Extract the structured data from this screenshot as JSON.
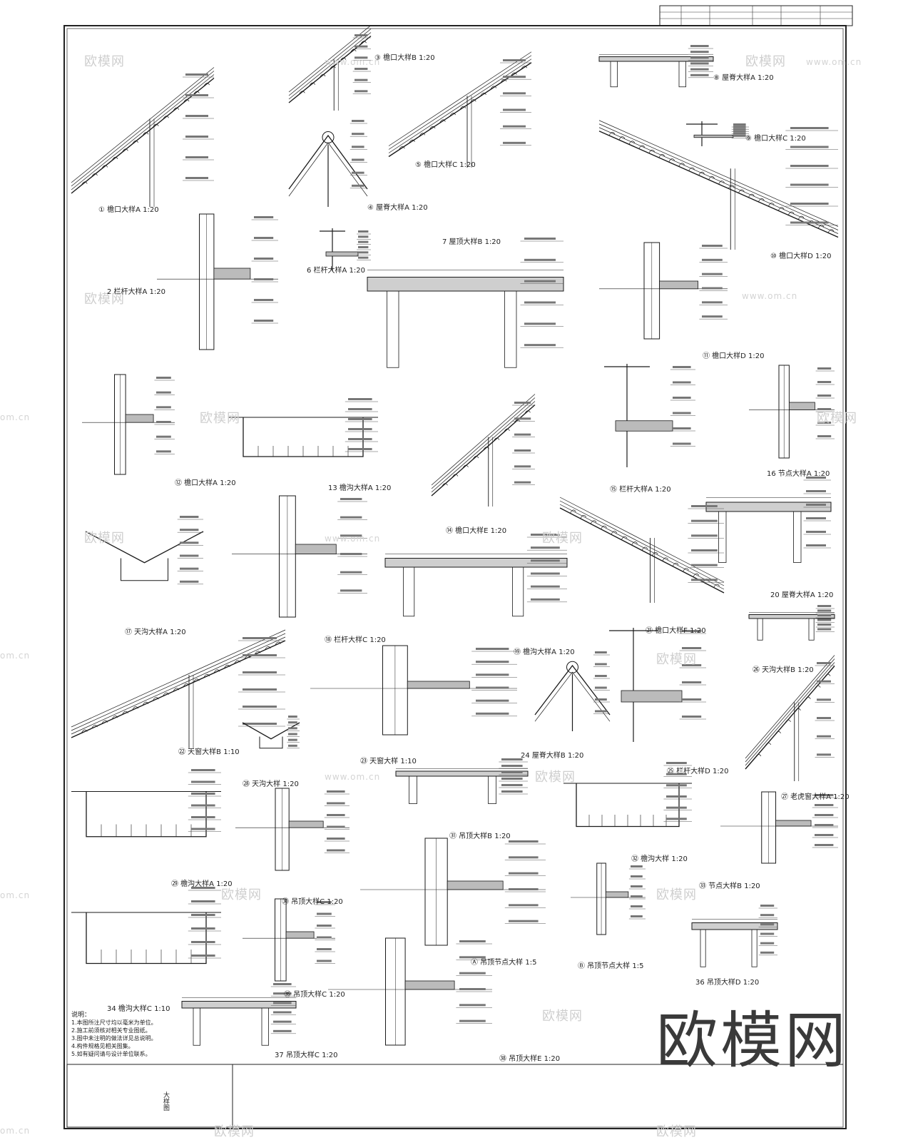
{
  "watermark": {
    "brand": "欧模网",
    "site": "www.om.cn",
    "site_short": "om.cn"
  },
  "details": [
    {
      "id": "d1",
      "caption": "① 檐口大样A 1:20"
    },
    {
      "id": "d2",
      "caption": "2 栏杆大样A 1:20"
    },
    {
      "id": "d3",
      "caption": "③ 檐口大样B 1:20"
    },
    {
      "id": "d4",
      "caption": "④ 屋脊大样A 1:20"
    },
    {
      "id": "d5",
      "caption": "⑤ 檐口大样C 1:20"
    },
    {
      "id": "d6",
      "caption": "6 栏杆大样A 1:20"
    },
    {
      "id": "d7",
      "caption": "7 屋顶大样B 1:20"
    },
    {
      "id": "d8",
      "caption": "⑧ 屋脊大样A 1:20"
    },
    {
      "id": "d9",
      "caption": "⑨ 檐口大样C 1:20"
    },
    {
      "id": "d10",
      "caption": "⑩ 檐口大样D 1:20"
    },
    {
      "id": "d11",
      "caption": "⑪ 檐口大样D 1:20"
    },
    {
      "id": "d12",
      "caption": "⑫ 檐口大样A 1:20"
    },
    {
      "id": "d13",
      "caption": "13 檐沟大样A 1:20"
    },
    {
      "id": "d14",
      "caption": "⑭ 檐口大样E 1:20"
    },
    {
      "id": "d15",
      "caption": "⑮ 栏杆大样A 1:20"
    },
    {
      "id": "d16",
      "caption": "16 节点大样A 1:20"
    },
    {
      "id": "d17",
      "caption": "⑰ 天沟大样A 1:20"
    },
    {
      "id": "d18",
      "caption": "⑱ 栏杆大样C 1:20"
    },
    {
      "id": "d19",
      "caption": "⑲ 檐沟大样A 1:20"
    },
    {
      "id": "d20",
      "caption": "20 屋脊大样A 1:20"
    },
    {
      "id": "d21",
      "caption": "㉑ 檐口大样F 1:20"
    },
    {
      "id": "d22",
      "caption": "㉒ 天窗大样B 1:10"
    },
    {
      "id": "d23",
      "caption": "㉓ 天窗大样 1:10"
    },
    {
      "id": "d24",
      "caption": "24 屋脊大样B 1:20"
    },
    {
      "id": "d25",
      "caption": "㉕ 栏杆大样D 1:20"
    },
    {
      "id": "d26",
      "caption": "㉖ 天沟大样B 1:20"
    },
    {
      "id": "d27",
      "caption": "㉗ 老虎窗大样A 1:20"
    },
    {
      "id": "d28",
      "caption": "㉘ 天沟大样 1:20"
    },
    {
      "id": "d29",
      "caption": "㉙ 檐沟大样A 1:20"
    },
    {
      "id": "d30",
      "caption": "㉚ 吊顶大样C 1:20"
    },
    {
      "id": "d31",
      "caption": "㉛ 吊顶大样B 1:20"
    },
    {
      "id": "d32",
      "caption": "㉜ 檐沟大样 1:20"
    },
    {
      "id": "d33",
      "caption": "㉝ 节点大样B 1:20"
    },
    {
      "id": "d34",
      "caption": "34 檐沟大样C 1:10"
    },
    {
      "id": "d35",
      "caption": "㉟ 吊顶大样C 1:20"
    },
    {
      "id": "d36",
      "caption": "36 吊顶大样D 1:20"
    },
    {
      "id": "d37",
      "caption": "37 吊顶大样C 1:20"
    },
    {
      "id": "d38",
      "caption": "㊳ 吊顶大样E 1:20"
    },
    {
      "id": "dA",
      "caption": "Ⓐ 吊顶节点大样 1:5"
    },
    {
      "id": "dB",
      "caption": "Ⓑ 吊顶节点大样 1:5"
    }
  ],
  "notes": {
    "heading": "说明：",
    "lines": [
      "1.本图所注尺寸均以毫米为单位。",
      "2.施工前须核对相关专业图纸。",
      "3.图中未注明的做法详见总说明。",
      "4.构件规格见相关图集。",
      "5.如有疑问请与设计单位联系。"
    ]
  },
  "title_block": {
    "label": "大样图"
  }
}
